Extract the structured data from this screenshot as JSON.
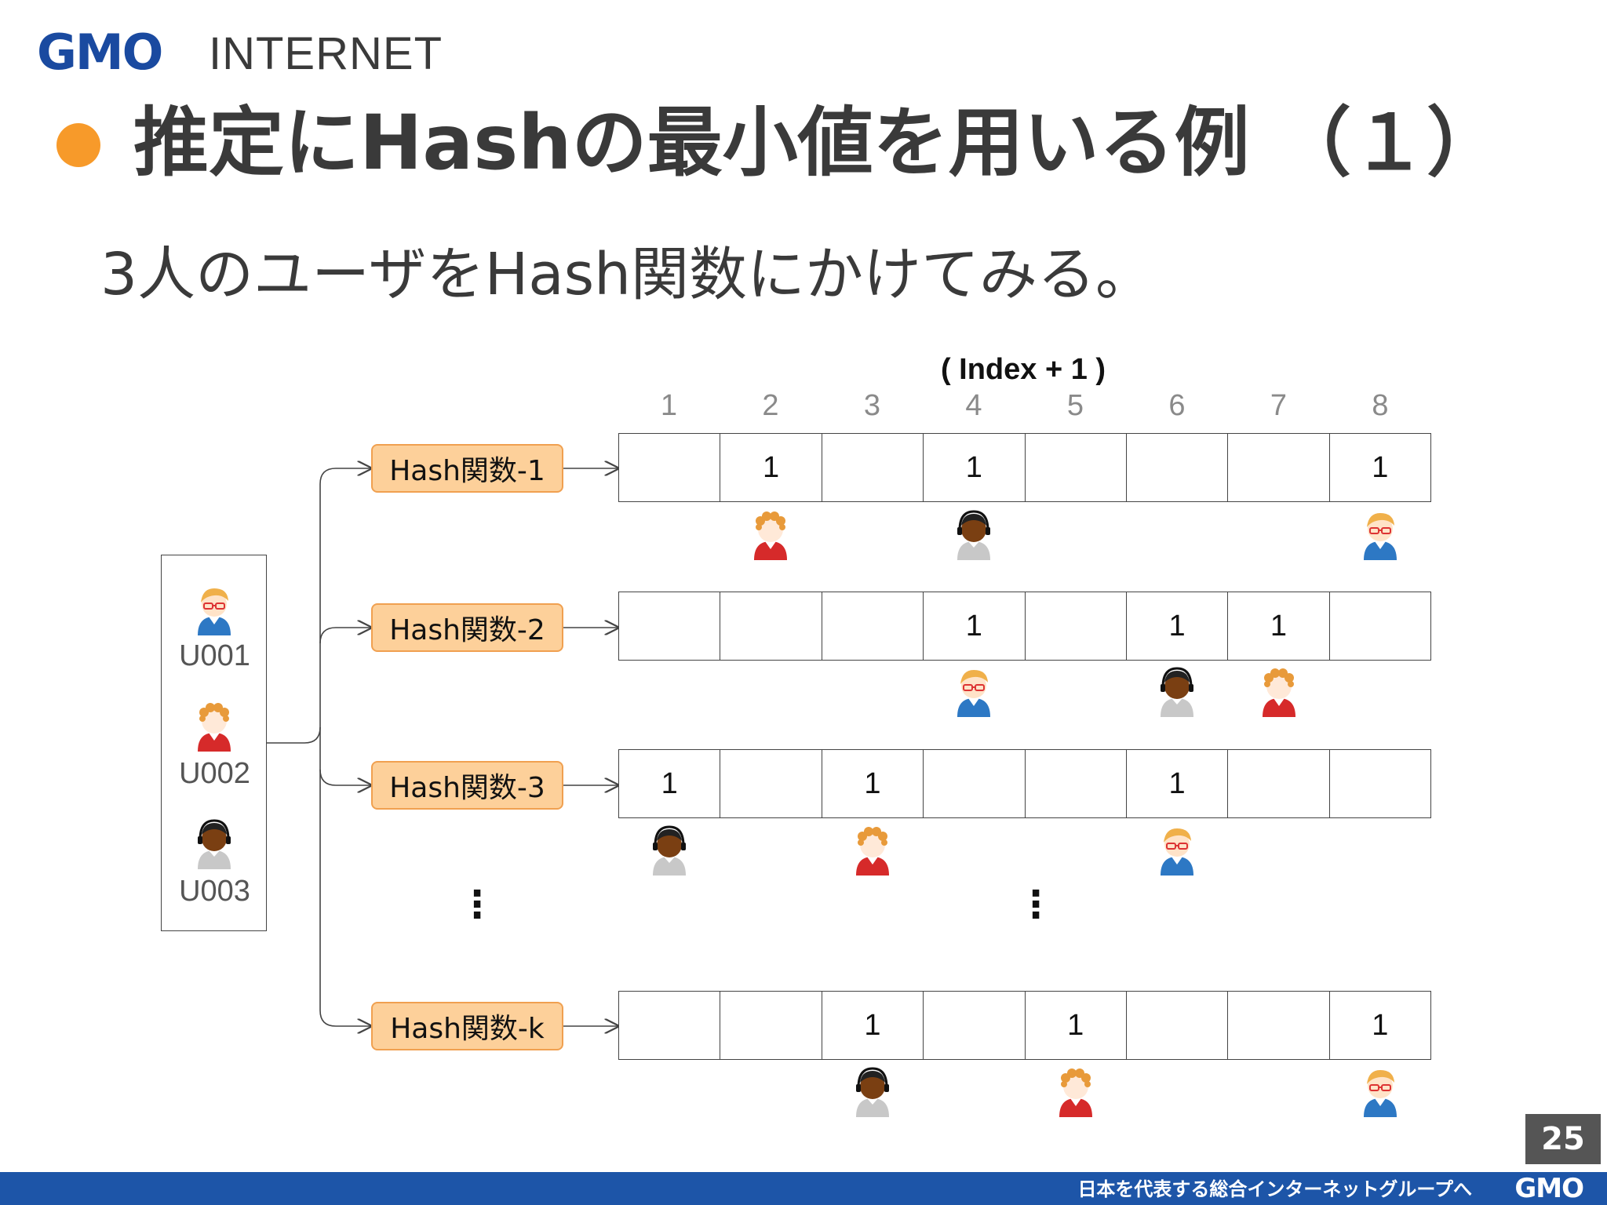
{
  "header": {
    "logo_primary": "GMO",
    "logo_secondary": "INTERNET"
  },
  "slide": {
    "title": "推定にHashの最小値を用いる例 （１）",
    "subtitle": "3人のユーザをHash関数にかけてみる。",
    "page_number": "25"
  },
  "diagram": {
    "index_label": "( Index + 1 )",
    "columns": [
      "1",
      "2",
      "3",
      "4",
      "5",
      "6",
      "7",
      "8"
    ],
    "users": [
      {
        "id": "U001",
        "icon": "user-blonde-glasses-blue-icon"
      },
      {
        "id": "U002",
        "icon": "user-curly-red-icon"
      },
      {
        "id": "U003",
        "icon": "user-dark-headset-icon"
      }
    ],
    "hash_rows": [
      {
        "label": "Hash関数-1",
        "cells": [
          "",
          "1",
          "",
          "1",
          "",
          "",
          "",
          "1"
        ],
        "users_below": [
          {
            "col": 2,
            "user": "U002"
          },
          {
            "col": 4,
            "user": "U003"
          },
          {
            "col": 8,
            "user": "U001"
          }
        ]
      },
      {
        "label": "Hash関数-2",
        "cells": [
          "",
          "",
          "",
          "1",
          "",
          "1",
          "1",
          ""
        ],
        "users_below": [
          {
            "col": 4,
            "user": "U001"
          },
          {
            "col": 6,
            "user": "U003"
          },
          {
            "col": 7,
            "user": "U002"
          }
        ]
      },
      {
        "label": "Hash関数-3",
        "cells": [
          "1",
          "",
          "1",
          "",
          "",
          "1",
          "",
          ""
        ],
        "users_below": [
          {
            "col": 1,
            "user": "U003"
          },
          {
            "col": 3,
            "user": "U002"
          },
          {
            "col": 6,
            "user": "U001"
          }
        ]
      },
      {
        "label": "Hash関数-k",
        "cells": [
          "",
          "",
          "1",
          "",
          "1",
          "",
          "",
          "1"
        ],
        "users_below": [
          {
            "col": 3,
            "user": "U003"
          },
          {
            "col": 5,
            "user": "U002"
          },
          {
            "col": 8,
            "user": "U001"
          }
        ]
      }
    ],
    "ellipsis": "⋮"
  },
  "footer": {
    "tagline": "日本を代表する総合インターネットグループへ",
    "logo": "GMO"
  },
  "colors": {
    "accent_orange": "#f79a2a",
    "hash_box_fill": "#fdd09a",
    "footer_blue": "#1d55a8",
    "logo_blue": "#1a4aa0"
  }
}
